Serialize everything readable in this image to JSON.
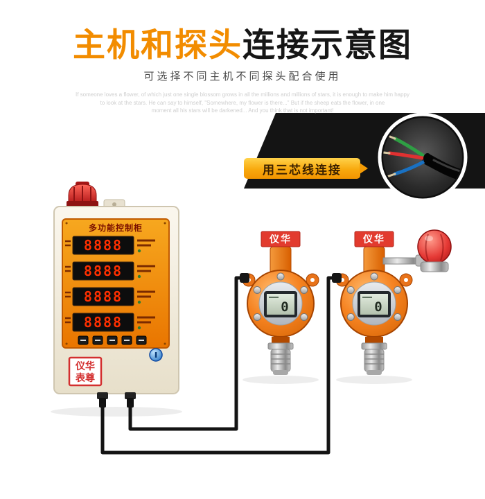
{
  "header": {
    "title_highlight": "主机和探头",
    "title_rest": "连接示意图",
    "subtitle": "可选择不同主机不同探头配合使用",
    "quote_line1": "If someone loves a flower, of which just one single blossom grows in all the millions and millions of stars, it is enough to make him happy",
    "quote_line2": "to look at the stars. He can say to himself, \"Somewhere, my flower is there...\" But if the sheep eats the flower, in one",
    "quote_line3": "moment all his stars will be darkened... And you think that is not important!"
  },
  "callout": {
    "label": "用三芯线连接"
  },
  "controller": {
    "panel_title": "多功能控制柜",
    "channels": [
      {
        "value": "8888"
      },
      {
        "value": "8888"
      },
      {
        "value": "8888"
      },
      {
        "value": "8888"
      }
    ],
    "brand_line1": "仪华",
    "brand_line2": "表尊"
  },
  "detectors": [
    {
      "brand": "仪华",
      "value": "0"
    },
    {
      "brand": "仪华",
      "value": "0"
    }
  ],
  "colors": {
    "accent_orange": "#f28c00",
    "panel_orange": "#ef8200",
    "led_red": "#ff2f00",
    "sticker_red": "#e23b2e",
    "wire_black": "#141414"
  }
}
